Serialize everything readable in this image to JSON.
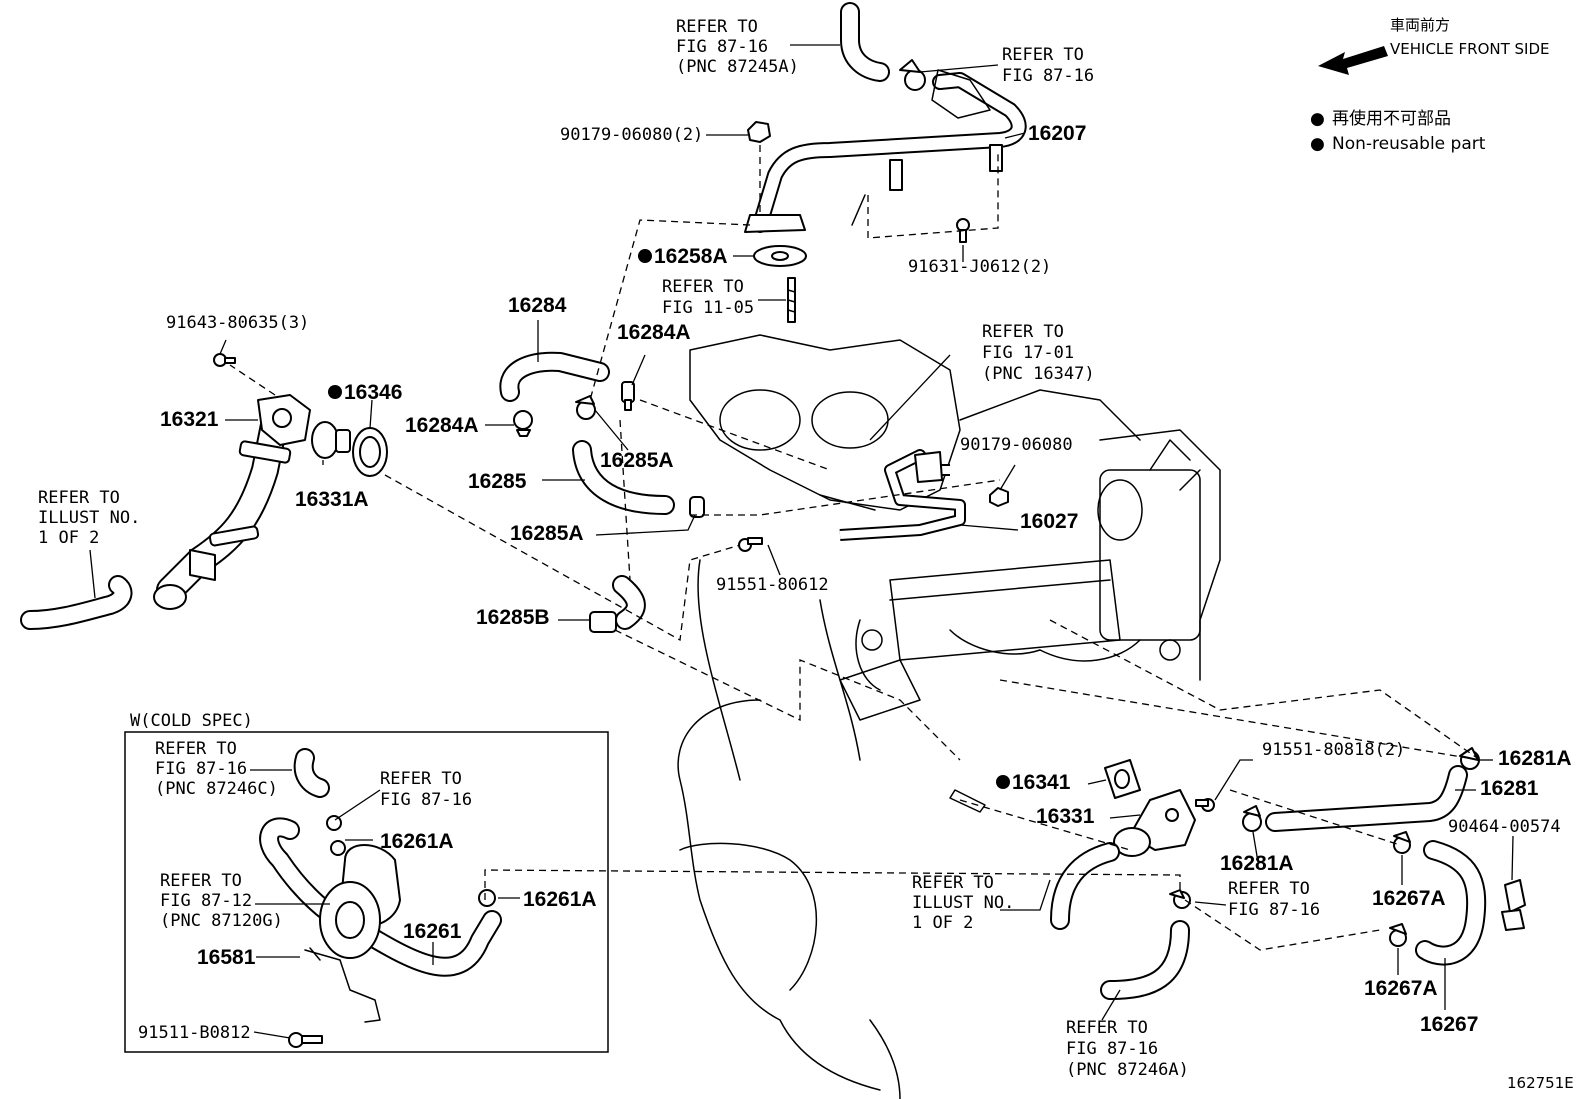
{
  "header": {
    "front_jp": "車両前方",
    "front_en": "VEHICLE FRONT SIDE",
    "legend_jp": "再使用不可部品",
    "legend_en": "Non-reusable part",
    "legend_bullet": "●"
  },
  "footer": {
    "illustration_id": "162751E"
  },
  "inset": {
    "title": "W(COLD SPEC)"
  },
  "labels": {
    "l01a": "REFER TO",
    "l01b": "FIG 87-16",
    "l01c": "(PNC 87245A)",
    "l02a": "REFER TO",
    "l02b": "FIG 87-16",
    "l03": "90179-06080(2)",
    "l04": "16207",
    "l05": "16258A",
    "l06": "91631-J0612(2)",
    "l07a": "REFER TO",
    "l07b": "FIG 11-05",
    "l08": "16284",
    "l09": "16284A",
    "l10": "91643-80635(3)",
    "l11": "16346",
    "l12": "16321",
    "l13": "16284A",
    "l14": "16285A",
    "l15a": "REFER TO",
    "l15b": "FIG 17-01",
    "l15c": "(PNC 16347)",
    "l16": "90179-06080",
    "l17": "16331A",
    "l18": "16285",
    "l19": "16027",
    "l20a": "REFER TO",
    "l20b": "ILLUST NO.",
    "l20c": "1 OF 2",
    "l21": "16285A",
    "l22": "91551-80612",
    "l23": "16285B",
    "l24": "91551-80818(2)",
    "l25": "16281A",
    "l26": "16341",
    "l27": "16281",
    "l28": "16331",
    "l29": "90464-00574",
    "l30": "16281A",
    "l31a": "REFER TO",
    "l31b": "ILLUST NO.",
    "l31c": "1 OF 2",
    "l32a": "REFER TO",
    "l32b": "FIG 87-16",
    "l33": "16267A",
    "l34": "16267A",
    "l35": "16267",
    "l36a": "REFER TO",
    "l36b": "FIG 87-16",
    "l36c": "(PNC 87246A)",
    "i01a": "REFER TO",
    "i01b": "FIG 87-16",
    "i01c": "(PNC 87246C)",
    "i02a": "REFER TO",
    "i02b": "FIG 87-16",
    "i03": "16261A",
    "i04": "16261A",
    "i05a": "REFER TO",
    "i05b": "FIG 87-12",
    "i05c": "(PNC 87120G)",
    "i06": "16261",
    "i07": "16581",
    "i08": "91511-B0812"
  }
}
